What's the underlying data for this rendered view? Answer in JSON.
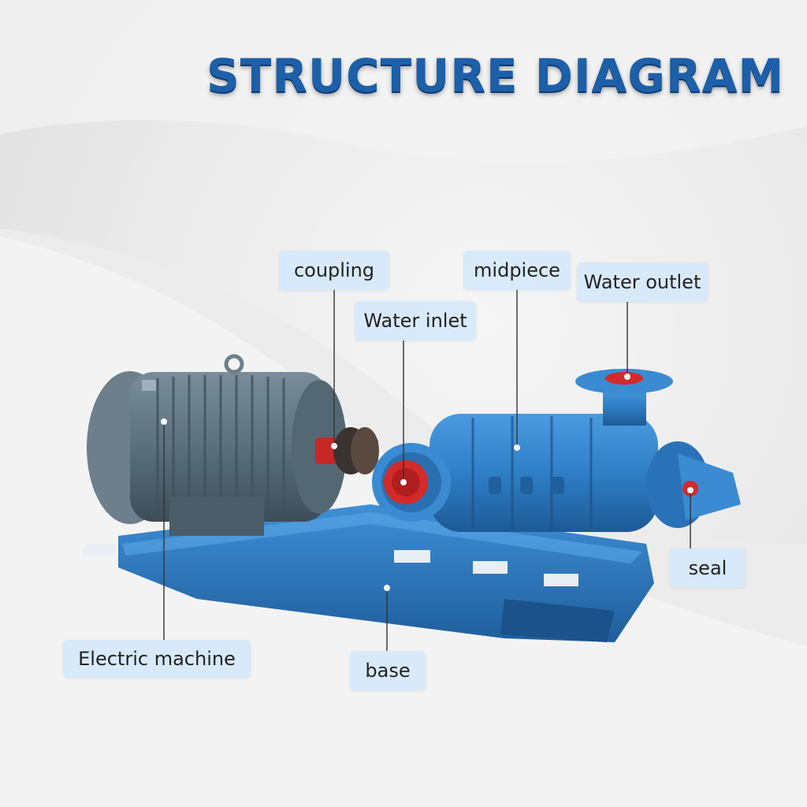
{
  "title": "STRUCTURE DIAGRAM",
  "labels": {
    "coupling": "coupling",
    "midpiece": "midpiece",
    "water_outlet": "Water outlet",
    "water_inlet": "Water inlet",
    "seal": "seal",
    "electric_machine": "Electric machine",
    "base": "base"
  },
  "colors": {
    "title_blue": "#1d5fa8",
    "pump_blue": "#2f7fc6",
    "motor_gray": "#5b6f7d",
    "flange_red": "#d42a2a",
    "label_bg": "#d6e8fa"
  }
}
